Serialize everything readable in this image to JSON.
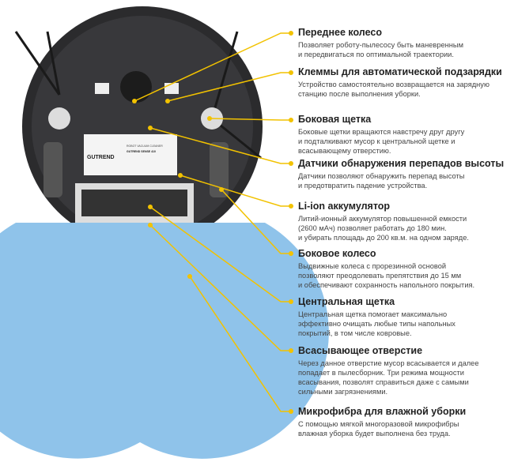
{
  "colors": {
    "accent": "#f2c200",
    "robot": "#2b2b2d",
    "mop": "#8fc3ea"
  },
  "label": {
    "logo": "GUTREND",
    "line1": "ROBOT VACUUM CLEANER",
    "line2": "GUTREND SENSE 410"
  },
  "features": [
    {
      "title": "Переднее колесо",
      "text": "Позволяет роботу-пылесосу быть маневренным\nи передвигаться по оптимальной траектории."
    },
    {
      "title": "Клеммы для автоматической подзарядки",
      "text": "Устройство самостоятельно возвращается на зарядную\nстанцию после выполнения уборки."
    },
    {
      "title": "Боковая щетка",
      "text": "Боковые щетки вращаются навстречу друг другу\nи подталкивают мусор к центральной щетке и\nвсасывающему отверстию."
    },
    {
      "title": "Датчики обнаружения перепадов высоты",
      "text": "Датчики позволяют обнаружить перепад высоты\nи предотвратить падение устройства."
    },
    {
      "title": "Li-ion аккумулятор",
      "text": "Литий-ионный аккумулятор повышенной емкости\n(2600 мАч) позволяет работать до 180 мин.\nи убирать площадь до 200 кв.м. на одном заряде."
    },
    {
      "title": "Боковое колесо",
      "text": "Выдвижные колеса с прорезинной основой\nпозволяют преодолевать препятствия до 15 мм\nи обеспечивают сохранность напольного покрытия."
    },
    {
      "title": "Центральная щетка",
      "text": "Центральная щетка помогает максимально\nэффективно очищать любые типы напольных\nпокрытий, в том числе ковровые."
    },
    {
      "title": "Всасывающее отверстие",
      "text": "Через данное отверстие мусор всасывается и далее\nпопадает в пылесборник. Три режима мощности\nвсасывания, позволят справиться даже с самыми\nсильными загрязнениями."
    },
    {
      "title": "Микрофибра для влажной уборки",
      "text": "С помощью мягкой многоразовой микрофибры\nвлажная уборка будет выполнена без труда."
    }
  ]
}
